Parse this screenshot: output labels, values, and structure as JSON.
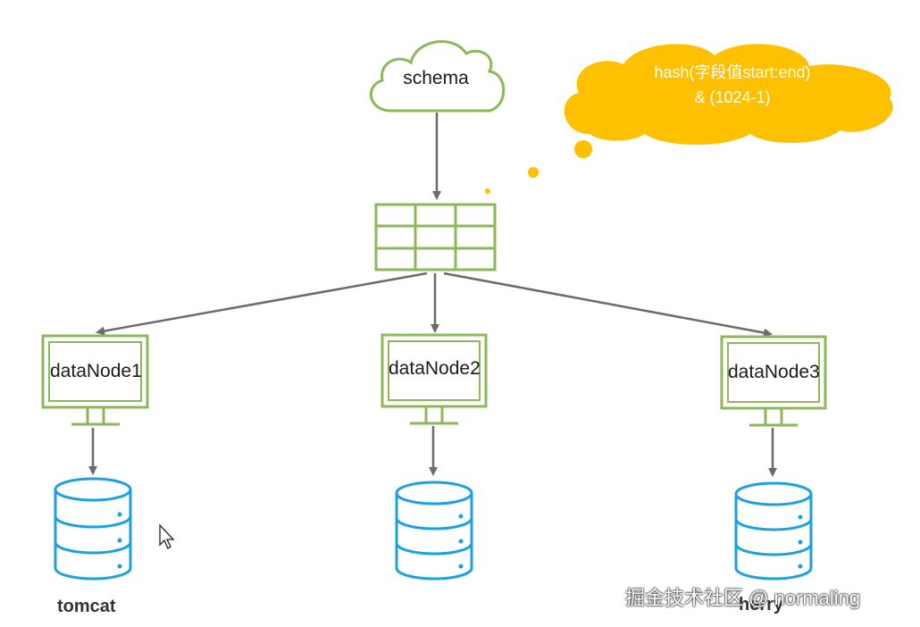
{
  "schema": {
    "label": "schema"
  },
  "hash_bubble": {
    "line1": "hash(字段值start:end)",
    "line2": "& (1024-1)"
  },
  "data_nodes": [
    {
      "label": "dataNode1",
      "database": "tomcat"
    },
    {
      "label": "dataNode2",
      "database": ""
    },
    {
      "label": "dataNode3",
      "database": "herry"
    }
  ],
  "watermark": "掘金技术社区 @ normaling",
  "colors": {
    "green_outline": "#8DB859",
    "arrow": "#6b6b6b",
    "thought_bubble": "#FFC000",
    "database": "#1BA1E2"
  },
  "icons": [
    "cloud-icon",
    "thought-bubble-icon",
    "table-grid-icon",
    "monitor-icon",
    "database-icon",
    "mouse-cursor-icon"
  ]
}
